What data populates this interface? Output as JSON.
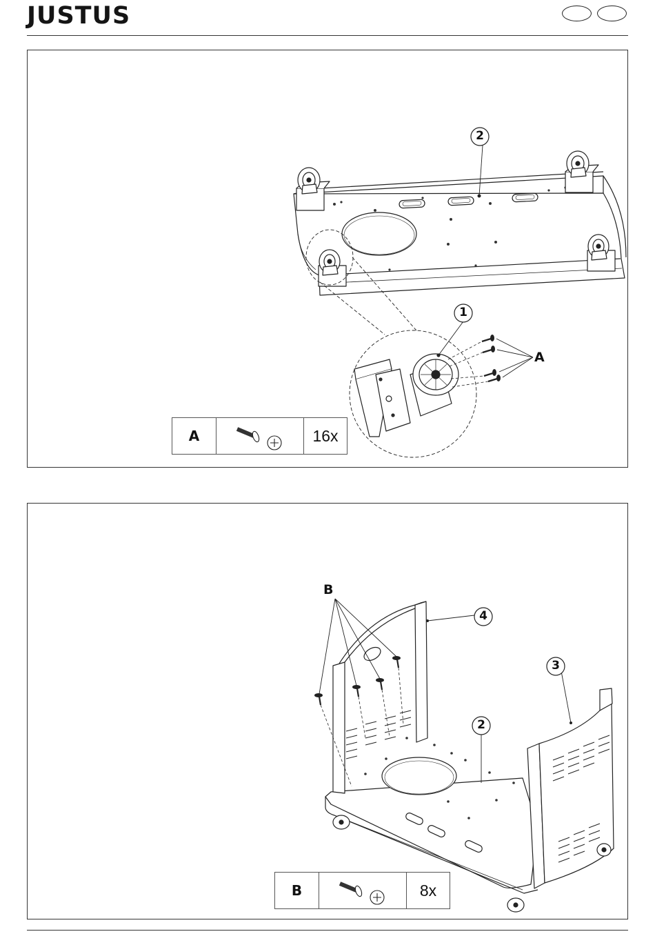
{
  "header": {
    "brand": "JUSTUS"
  },
  "step1": {
    "callouts": [
      "2",
      "1"
    ],
    "hardware_label": "A",
    "parts": {
      "letter": "A",
      "qty": "16x"
    }
  },
  "step2": {
    "callouts": [
      "4",
      "3",
      "2"
    ],
    "hardware_label": "B",
    "parts": {
      "letter": "B",
      "qty": "8x"
    }
  }
}
